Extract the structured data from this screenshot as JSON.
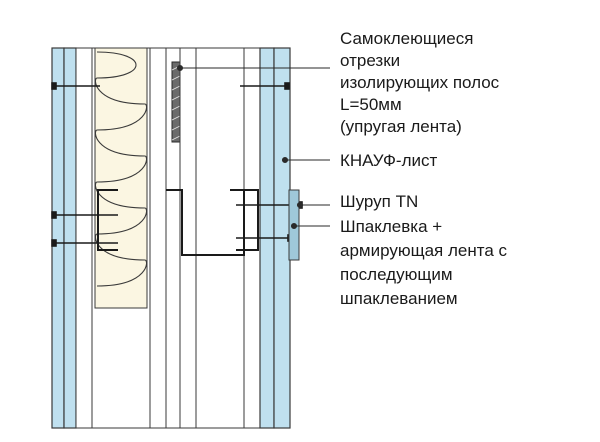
{
  "labels": {
    "tape_line1": "Самоклеющиеся",
    "tape_line2": "отрезки",
    "tape_line3": "изолирующих полос",
    "tape_line4": "L=50мм",
    "tape_line5": "(упругая лента)",
    "board": "КНАУФ-лист",
    "screw": "Шуруп TN",
    "putty_line1": "Шпаклевка +",
    "putty_line2": "армирующая лента с",
    "putty_line3": "последующим",
    "putty_line4": "шпаклеванием"
  },
  "colors": {
    "board_fill": "#bfe0ef",
    "board_stroke": "#3a3a3a",
    "insulation_fill": "#fbf6e2",
    "line": "#2a2a2a"
  }
}
